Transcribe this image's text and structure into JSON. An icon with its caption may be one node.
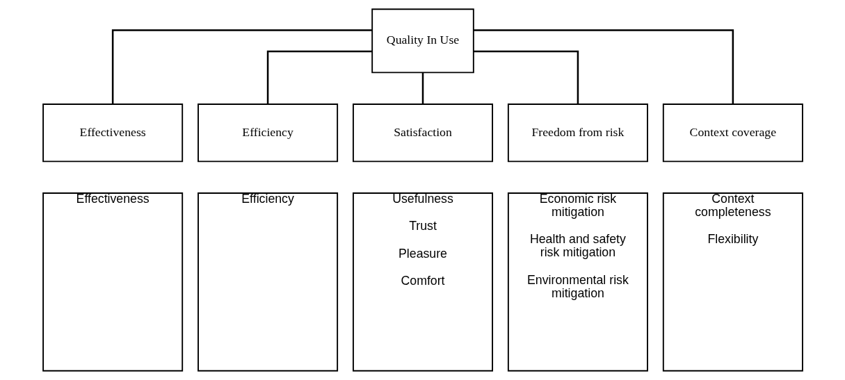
{
  "diagram": {
    "nodes": [
      {
        "text": [
          "Quality In Use"
        ]
      },
      {
        "text": [
          "Effectiveness"
        ]
      },
      {
        "text": [
          "Efficiency"
        ]
      },
      {
        "text": [
          "Satisfaction"
        ]
      },
      {
        "text": [
          "Freedom from risk"
        ]
      },
      {
        "text": [
          "Context coverage"
        ]
      },
      {
        "text": [
          "Effectiveness"
        ]
      },
      {
        "text": [
          "Efficiency"
        ]
      },
      {
        "text": [
          "Usefulness",
          "Trust",
          "Pleasure",
          "Comfort"
        ]
      },
      {
        "text": [
          "Economic risk mitigation",
          "Health and safety risk mitigation",
          "Environmental risk mitigation"
        ]
      },
      {
        "text": [
          "Context completeness",
          "Flexibility"
        ]
      }
    ],
    "edges": [
      {
        "from": 0,
        "to": 1,
        "arrow": "none"
      },
      {
        "from": 0,
        "to": 2,
        "arrow": "none"
      },
      {
        "from": 0,
        "to": 3,
        "arrow": "none"
      },
      {
        "from": 0,
        "to": 4,
        "arrow": "none"
      },
      {
        "from": 0,
        "to": 5,
        "arrow": "none"
      }
    ]
  }
}
